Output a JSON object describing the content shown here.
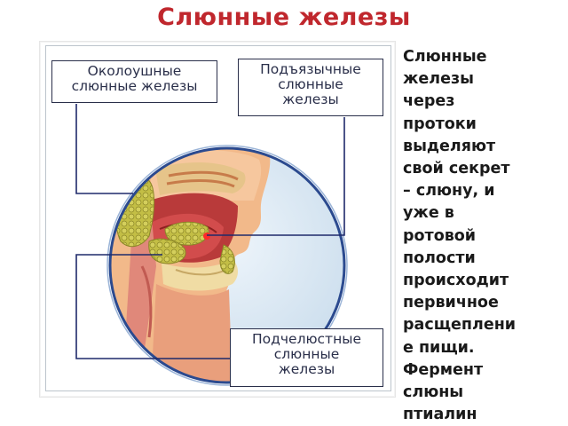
{
  "title": "Слюнные железы",
  "labels": {
    "parotid": [
      "Околоушные",
      "слюнные железы"
    ],
    "sublingual": [
      "Подъязычные",
      "слюнные",
      "железы"
    ],
    "submandibular": [
      "Подчелюстные",
      "слюнные",
      "железы"
    ]
  },
  "side_text_lines": [
    "Слюнные",
    "железы",
    "через",
    "протоки",
    "выделяют",
    "свой секрет",
    "– слюну, и",
    "уже в",
    "ротовой",
    "полости",
    "происходит",
    "первичное",
    "расщеплени",
    "е пищи.",
    "Фермент",
    "слюны",
    "птиалин"
  ],
  "colors": {
    "title": "#c0272d",
    "leader_lines": "#1f2a6b",
    "circle_bg": "#d6e6f2",
    "circle_border": "#2b4a8f",
    "gland": "#b7b23a"
  }
}
